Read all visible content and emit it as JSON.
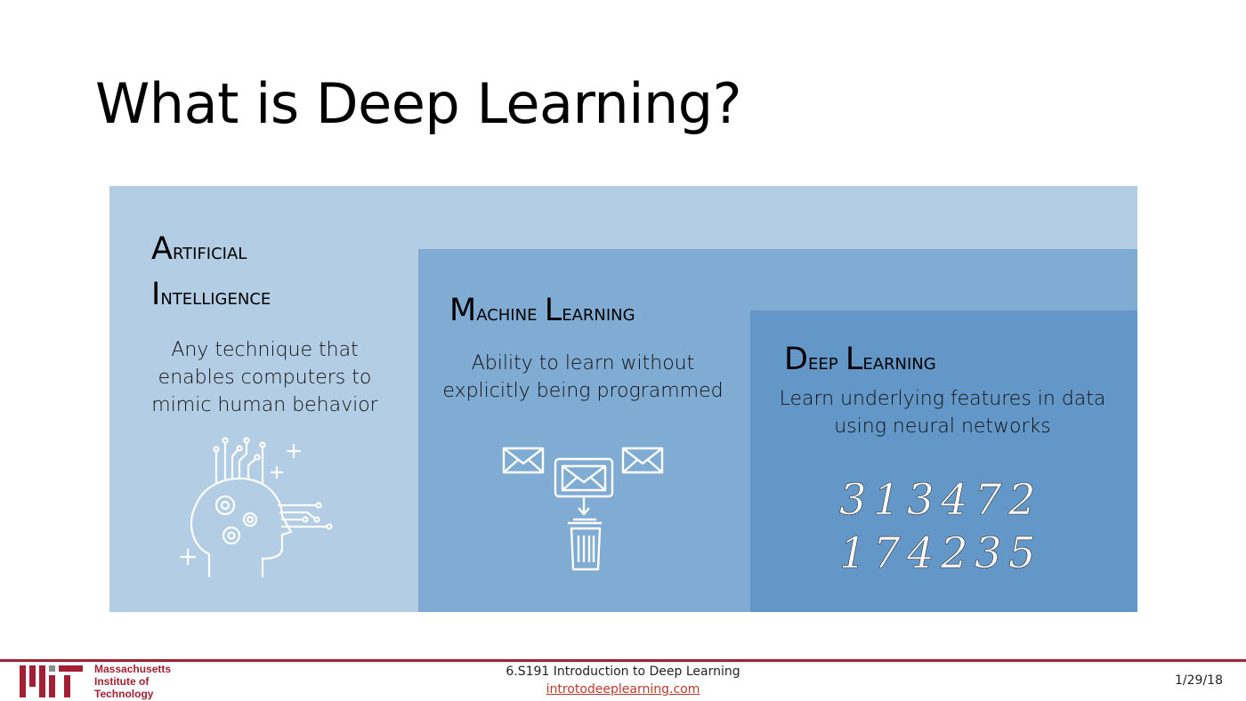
{
  "slide": {
    "title": "What is Deep Learning?"
  },
  "ai": {
    "heading_line1_cap": "A",
    "heading_line1_rest": "rtificial",
    "heading_line2_cap": "I",
    "heading_line2_rest": "ntelligence",
    "description_line1": "Any technique that",
    "description_line2": "enables computers to",
    "description_line3": "mimic human behavior",
    "icon": "brain-gears-icon"
  },
  "ml": {
    "heading_cap1": "M",
    "heading_rest1": "achine ",
    "heading_cap2": "L",
    "heading_rest2": "earning",
    "description_line1": "Ability to learn without",
    "description_line2": "explicitly being programmed",
    "icon": "spam-filter-icon"
  },
  "dl": {
    "heading_cap1": "D",
    "heading_rest1": "eep ",
    "heading_cap2": "L",
    "heading_rest2": "earning",
    "description_line1": "Learn underlying features in data",
    "description_line2": "using neural networks",
    "digits_row1": [
      "3",
      "1",
      "3",
      "4",
      "7",
      "2"
    ],
    "digits_row2": [
      "1",
      "7",
      "4",
      "2",
      "3",
      "5"
    ]
  },
  "footer": {
    "institution_line1": "Massachusetts",
    "institution_line2": "Institute of",
    "institution_line3": "Technology",
    "course": "6.S191 Introduction to Deep Learning",
    "link": "introtodeeplearning.com",
    "date": "1/29/18"
  },
  "colors": {
    "ai_box": "#b3cde4",
    "ml_box": "#80abd3",
    "dl_box": "#6397c8",
    "mit_red": "#a31f34"
  }
}
